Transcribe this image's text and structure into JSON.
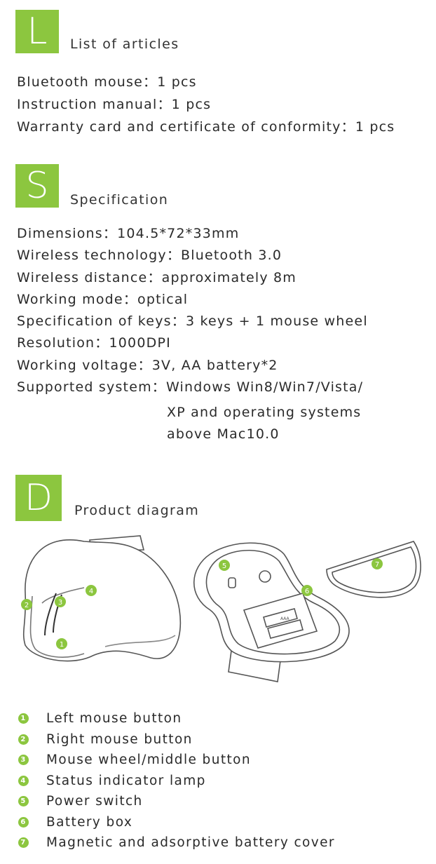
{
  "articles": {
    "badge": "L",
    "title": "List of articles",
    "items": [
      "Bluetooth mouse：1 pcs",
      "Instruction manual：1 pcs",
      "Warranty card and certificate of conformity：1 pcs"
    ]
  },
  "specification": {
    "badge": "S",
    "title": "Specification",
    "items": [
      "Dimensions：104.5*72*33mm",
      "Wireless technology：Bluetooth 3.0",
      "Wireless distance：approximately 8m",
      "Working mode：optical",
      "Specification of keys：3 keys + 1 mouse wheel",
      "Resolution：1000DPI",
      "Working voltage：3V, AA battery*2",
      "Supported system：Windows Win8/Win7/Vista/"
    ],
    "continuation": [
      "XP and operating systems",
      "above Mac10.0"
    ]
  },
  "diagram": {
    "badge": "D",
    "title": "Product diagram",
    "battery_label": "AAA",
    "legend": [
      {
        "num": "1",
        "label": "Left mouse button"
      },
      {
        "num": "2",
        "label": "Right mouse button"
      },
      {
        "num": "3",
        "label": "Mouse wheel/middle button"
      },
      {
        "num": "4",
        "label": "Status indicator lamp"
      },
      {
        "num": "5",
        "label": "Power switch"
      },
      {
        "num": "6",
        "label": "Battery box"
      },
      {
        "num": "7",
        "label": "Magnetic and adsorptive battery cover"
      }
    ]
  },
  "colors": {
    "accent": "#8cc63f",
    "text": "#2a2a2a"
  }
}
